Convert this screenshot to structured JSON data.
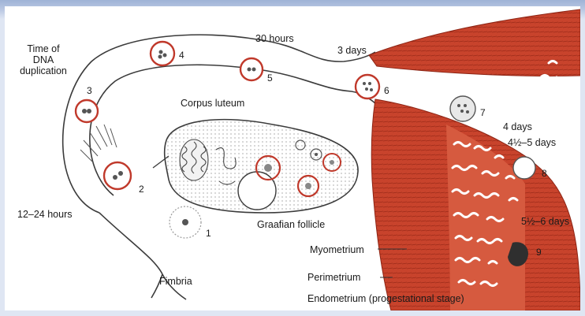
{
  "labels": {
    "time_of_dna_duplication": "Time of DNA duplication",
    "thirty_hours": "30 hours",
    "three_days": "3 days",
    "corpus_luteum": "Corpus luteum",
    "four_days": "4 days",
    "four_half_to_five_days": "4½–5 days",
    "twelve_to_24_hours": "12–24 hours",
    "graafian_follicle": "Graafian follicle",
    "five_half_to_six_days": "5½–6 days",
    "myometrium": "Myometrium",
    "perimetrium": "Perimetrium",
    "fimbria": "Fimbria",
    "endometrium": "Endometrium (progestational stage)"
  },
  "stages": {
    "s1": "1",
    "s2": "2",
    "s3": "3",
    "s4": "4",
    "s5": "5",
    "s6": "6",
    "s7": "7",
    "s8": "8",
    "s9": "9"
  },
  "colors": {
    "uterus": "#c8432c",
    "uterus_dark": "#8d2414",
    "stage_ring": "#c0392b",
    "line": "#3b3b3b"
  }
}
